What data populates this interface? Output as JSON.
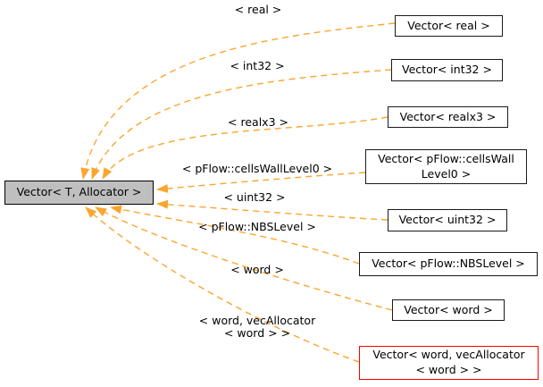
{
  "diagram": {
    "type": "doxygen-template-instantiation-graph",
    "template_class": {
      "label": "Vector< T, Allocator >"
    },
    "instances": [
      {
        "label": "Vector< real >",
        "edge_label": "< real >"
      },
      {
        "label": "Vector< int32 >",
        "edge_label": "< int32 >"
      },
      {
        "label": "Vector< realx3 >",
        "edge_label": "< realx3 >"
      },
      {
        "label": "Vector< pFlow::cellsWall\nLevel0 >",
        "edge_label": "< pFlow::cellsWallLevel0 >"
      },
      {
        "label": "Vector< uint32 >",
        "edge_label": "< uint32 >"
      },
      {
        "label": "Vector< pFlow::NBSLevel >",
        "edge_label": "< pFlow::NBSLevel >"
      },
      {
        "label": "Vector< word >",
        "edge_label": "< word >"
      },
      {
        "label": "Vector< word, vecAllocator\n< word > >",
        "edge_label": "< word, vecAllocator\n< word > >",
        "highlighted": true
      }
    ],
    "colors": {
      "edge": "#fba52e",
      "node_border": "#1a1a1a",
      "highlight_border": "#ff0000",
      "template_fill": "#bfbfbf",
      "node_fill": "#ffffff",
      "background": "#ffffff"
    }
  }
}
